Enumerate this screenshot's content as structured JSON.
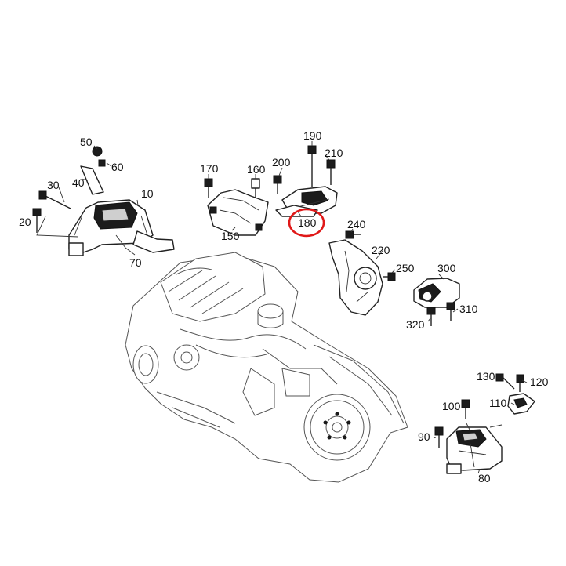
{
  "diagram": {
    "highlight_color": "#e01818",
    "highlighted_label": "180",
    "labels": {
      "p10": "10",
      "p20": "20",
      "p30": "30",
      "p40": "40",
      "p50": "50",
      "p60": "60",
      "p70": "70",
      "p80": "80",
      "p90": "90",
      "p100": "100",
      "p110": "110",
      "p120": "120",
      "p130": "130",
      "p150": "150",
      "p160": "160",
      "p170": "170",
      "p180": "180",
      "p190": "190",
      "p200": "200",
      "p210": "210",
      "p220": "220",
      "p240": "240",
      "p250": "250",
      "p300": "300",
      "p310": "310",
      "p320": "320"
    }
  }
}
